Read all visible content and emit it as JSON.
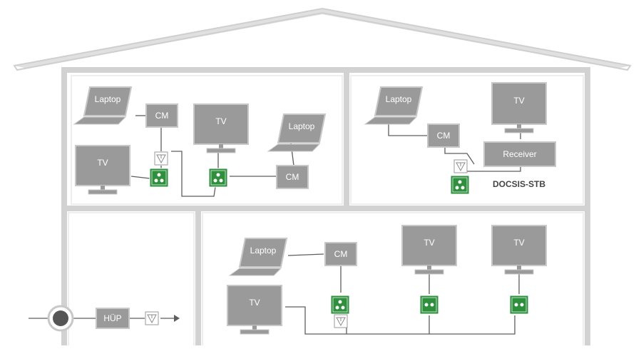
{
  "colors": {
    "wall": "#d2d2d2",
    "wall_light": "#e6e6e6",
    "device_gray": "#9a9a9a",
    "device_border": "#c8c8c8",
    "cable": "#5e5e5e",
    "socket_green": "#2e8f3c",
    "text_dark": "#444444"
  },
  "devices": {
    "laptop_label": "Laptop",
    "tv_label": "TV",
    "cm_label": "CM",
    "receiver_label": "Receiver",
    "hup_label": "HÜP",
    "docsis_label": "DOCSIS-STB"
  },
  "icons": {
    "amplifier": "amplifier-triangle-icon",
    "splitter": "splitter-triangle-icon",
    "socket3": "multimedia-socket-3port-icon",
    "socket2": "multimedia-socket-2port-icon",
    "house_entry": "cable-entry-circle-icon"
  }
}
